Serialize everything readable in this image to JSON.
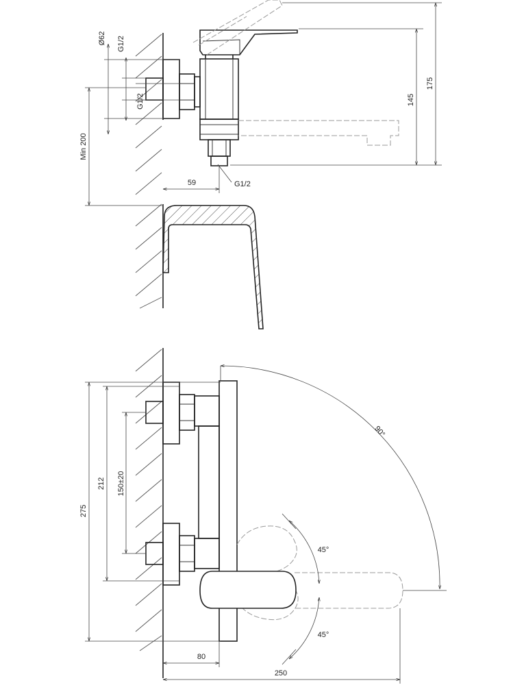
{
  "dimensions": {
    "diameter": "Ø62",
    "thread_left": "G1/2",
    "thread_inner": "G1/2",
    "height_175": "175",
    "height_145": "145",
    "min_200": "Min 200",
    "offset_59": "59",
    "thread_outlet": "G1/2",
    "front_275": "275",
    "front_212": "212",
    "front_150": "150±20",
    "angle_90": "90°",
    "angle_45_top": "45°",
    "angle_45_bottom": "45°",
    "width_80": "80",
    "width_250": "250"
  },
  "colors": {
    "line": "#222222",
    "ghost": "#999999",
    "background": "#ffffff"
  }
}
